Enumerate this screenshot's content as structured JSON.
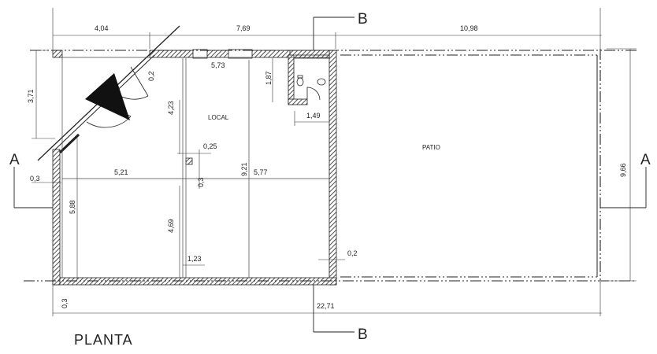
{
  "title": "PLANTA",
  "sections": {
    "a": "A",
    "b": "B"
  },
  "rooms": {
    "local": "LOCAL",
    "patio": "PATIO"
  },
  "dims": {
    "top_404": "4,04",
    "top_769": "7,69",
    "top_1098": "10,98",
    "left_371": "3,71",
    "in_573": "5,73",
    "in_187": "1,87",
    "in_149": "1,49",
    "in_423": "4,23",
    "in_025": "0,25",
    "in_03_mid": "0,3",
    "in_521": "5,21",
    "in_577": "5,77",
    "in_921": "9,21",
    "left_03": "0,3",
    "left_588": "5,88",
    "in_469": "4,69",
    "in_123": "1,23",
    "in_02": "0,2",
    "bottom_03": "0,3",
    "bottom_2271": "22,71",
    "right_966": "9,66",
    "door_02": "0,2"
  }
}
